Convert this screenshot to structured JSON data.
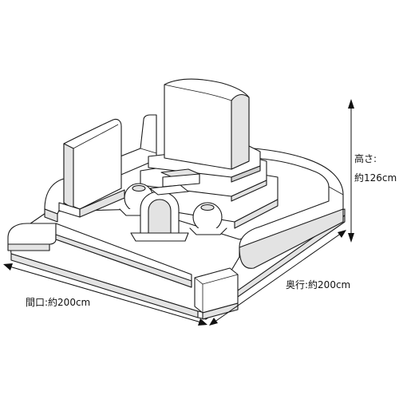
{
  "labels": {
    "height_title": "高さ:",
    "height_value": "約126cm",
    "depth": "奥行:約200cm",
    "width": "間口:約200cm"
  }
}
